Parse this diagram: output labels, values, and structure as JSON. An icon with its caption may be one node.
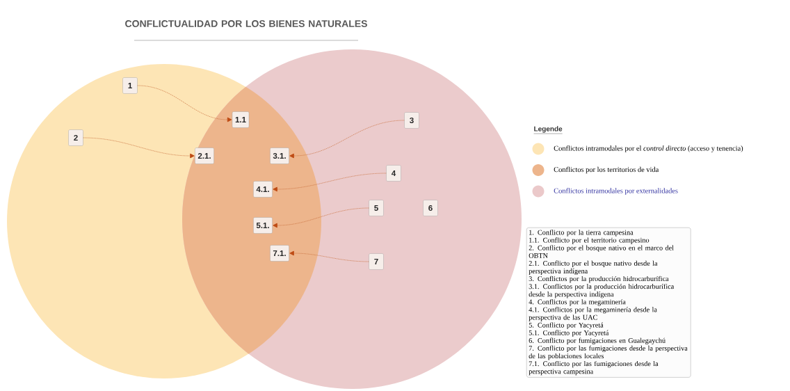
{
  "diagram": {
    "title": "CONFLICTUALIDAD POR LOS BIENES NATURALES",
    "nodes": [
      {
        "text": [
          "1"
        ]
      },
      {
        "text": [
          "1.1"
        ]
      },
      {
        "text": [
          "3"
        ]
      },
      {
        "text": [
          "2"
        ]
      },
      {
        "text": [
          "2.1."
        ]
      },
      {
        "text": [
          "3.1."
        ]
      },
      {
        "text": [
          "4"
        ]
      },
      {
        "text": [
          "4.1."
        ]
      },
      {
        "text": [
          "5"
        ]
      },
      {
        "text": [
          "6"
        ]
      },
      {
        "text": [
          "5.1."
        ]
      },
      {
        "text": [
          "7"
        ]
      },
      {
        "text": [
          "7.1."
        ]
      },
      {
        "text": [
          "1. Conflicto por la tierra campesina",
          "1.1. Conflicto por el territorio campesino",
          "2. Conflicto por el bosque nativo en el marco del OBTN",
          "2.1. Conflicto por el bosque nativo desde la perspectiva indígena",
          "3. Conflictos por la producción hidrocarburífica",
          "3.1. Conflictos por la producción hidrocarburífica desde la perspectiva indígena",
          "4. Conflictos por la megaminería",
          "4.1. Conflictos por la megaminería desde la perspectiva de las UAC",
          "5. Conflicto por Yacyretá",
          "5.1. Conflicto por Yacyretá",
          "6. Conflicto por fumigaciones en Gualegaychú",
          "7. Conflicto por las fumigaciones desde la perspectiva de las poblaciones locales",
          "7.1. Conflicto por las fumigaciones desde la perspectiva campesina"
        ]
      }
    ],
    "edges": [
      {
        "from": 0,
        "to": 1,
        "arrow": "to"
      },
      {
        "from": 3,
        "to": 4,
        "arrow": "to"
      },
      {
        "from": 2,
        "to": 5,
        "arrow": "to"
      },
      {
        "from": 6,
        "to": 7,
        "arrow": "to"
      },
      {
        "from": 8,
        "to": 10,
        "arrow": "to"
      },
      {
        "from": 11,
        "to": 12,
        "arrow": "to"
      }
    ],
    "labels": [
      "Legende"
    ],
    "legend": [
      {
        "text": "Conflictos intramodales por el *control directo* (acceso y tenencia)",
        "color": "#fde5b5"
      },
      {
        "text": "Conflictos por los territorios de vida",
        "color": "#edb58c"
      },
      {
        "text": "Conflictos intramodales por externalidades",
        "color": "#ebc9ca"
      }
    ]
  }
}
